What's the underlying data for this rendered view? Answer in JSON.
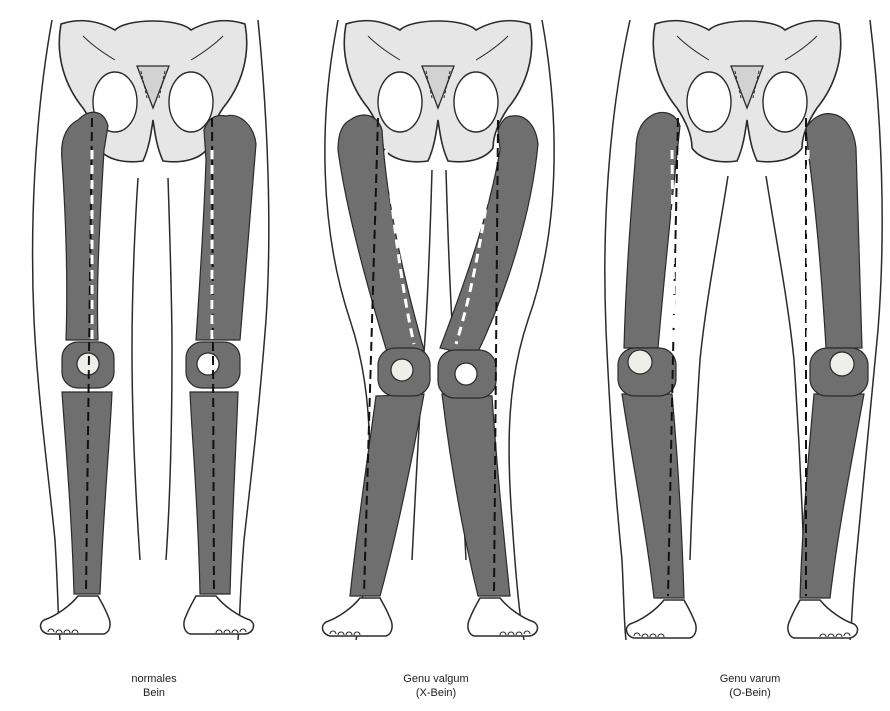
{
  "figure": {
    "panels": [
      {
        "id": "normal",
        "caption_line1": "normales",
        "caption_line2": "Bein"
      },
      {
        "id": "valgum",
        "caption_line1": "Genu valgum",
        "caption_line2": "(X-Bein)"
      },
      {
        "id": "varum",
        "caption_line1": "Genu varum",
        "caption_line2": "(O-Bein)"
      }
    ]
  },
  "colors": {
    "outline": "#2b2b2b",
    "bone": "#6f6f6f",
    "pelvis": "#e6e6e6",
    "patella": "#eeeeea",
    "axis": "#111111",
    "background": "#ffffff"
  }
}
